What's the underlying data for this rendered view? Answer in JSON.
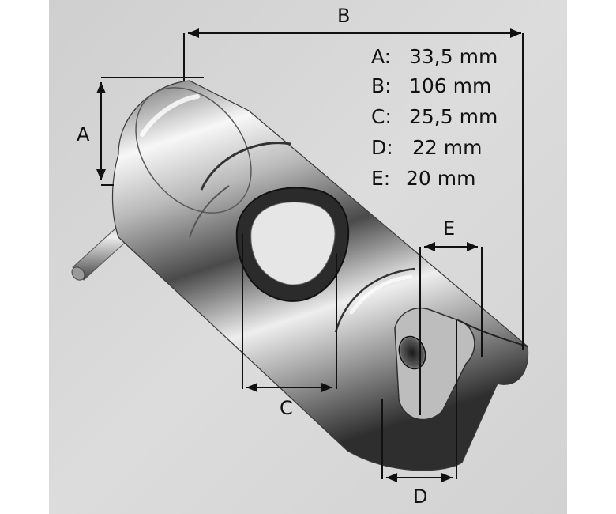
{
  "dimensions": [
    {
      "letter": "A",
      "label": "A:",
      "value": "33,5 mm"
    },
    {
      "letter": "B",
      "label": "B:",
      "value": "106 mm"
    },
    {
      "letter": "C",
      "label": "C:",
      "value": "25,5 mm"
    },
    {
      "letter": "D",
      "label": "D:",
      "value": "22 mm"
    },
    {
      "letter": "E",
      "label": "E:",
      "value": "20 mm"
    }
  ],
  "colors": {
    "background": "#ffffff",
    "photo_bg": "#d8d8d8",
    "chrome_light": "#f4f4f4",
    "chrome_dark": "#3a3a3a",
    "ink": "#111111"
  }
}
